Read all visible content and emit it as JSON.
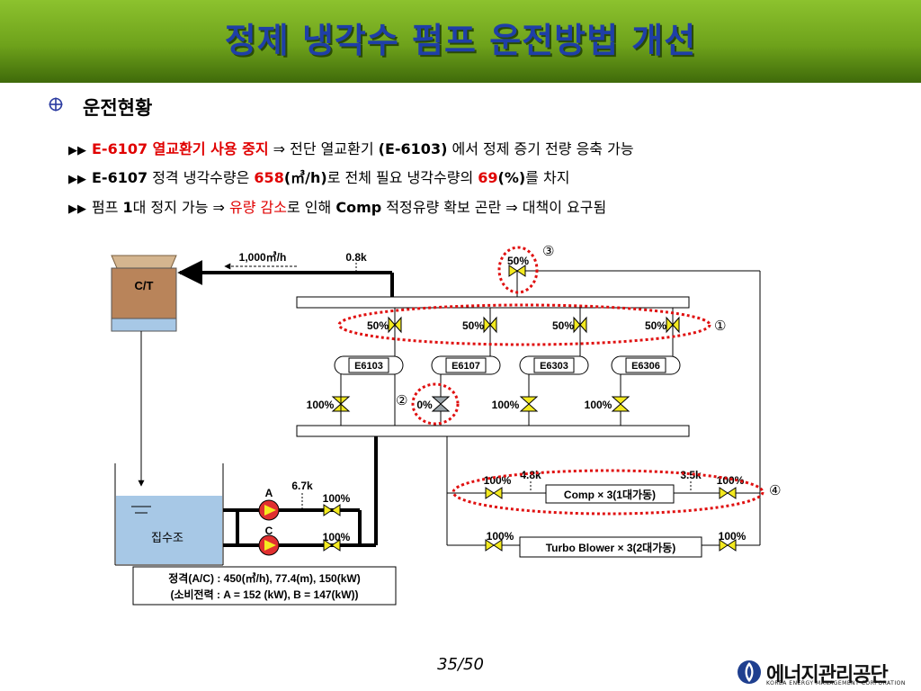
{
  "title": "정제 냉각수 펌프 운전방법 개선",
  "section_title": "운전현황",
  "bullets": {
    "b1": {
      "p1": "E-6107 열교환기 사용 중지",
      "p2": " ⇒ 전단 열교환기 ",
      "p3": "(E-6103)",
      "p4": " 에서 정제 증기 전량 응축 가능"
    },
    "b2": {
      "p1": "E-6107",
      "p2": " 정격 냉각수량은  ",
      "p3": "658",
      "p4": "(㎥/h)",
      "p5": "로 전체 필요 냉각수량의 ",
      "p6": "69",
      "p7": "(%)",
      "p8": "를 차지"
    },
    "b3": {
      "p1": "펌프 ",
      "p2": "1",
      "p3": "대 정지 가능 ⇒ ",
      "p4": "유량 감소",
      "p5": "로 인해 ",
      "p6": "Comp",
      "p7": " 적정유량 확보 곤란 ⇒ 대책이 요구됨"
    }
  },
  "diagram": {
    "ct_label": "C/T",
    "flow_label": "1,000㎥/h",
    "pressure_top": "0.8k",
    "valve_top_pct": "50%",
    "circle_3": "③",
    "circle_1": "①",
    "circle_2": "②",
    "circle_4": "④",
    "upper_valve_pcts": [
      "50%",
      "50%",
      "50%",
      "50%"
    ],
    "exchangers": [
      "E6103",
      "E6107",
      "E6303",
      "E6306"
    ],
    "lower_valve_pcts": [
      "100%",
      "0%",
      "100%",
      "100%"
    ],
    "pump_a": "A",
    "pump_c": "C",
    "pump_pressure": "6.7k",
    "pump_valve_pcts": [
      "100%",
      "100%"
    ],
    "tank_label": "집수조",
    "comp_left_pressure": "4.8k",
    "comp_right_pressure": "3.5k",
    "comp_left_pct": "100%",
    "comp_right_pct": "100%",
    "comp_label": "Comp × 3(1대가동)",
    "turbo_left_pct": "100%",
    "turbo_right_pct": "100%",
    "turbo_label": "Turbo Blower × 3(2대가동)",
    "rating_line1": "정격(A/C) : 450(㎥/h), 77.4(m), 150(kW)",
    "rating_line2": "(소비전력 : A = 152 (kW), B = 147(kW))"
  },
  "page_number": "35/50",
  "logo_text": "에너지관리공단",
  "logo_subtext": "KOREA ENERGY MANAGEMENT CORPORATION"
}
